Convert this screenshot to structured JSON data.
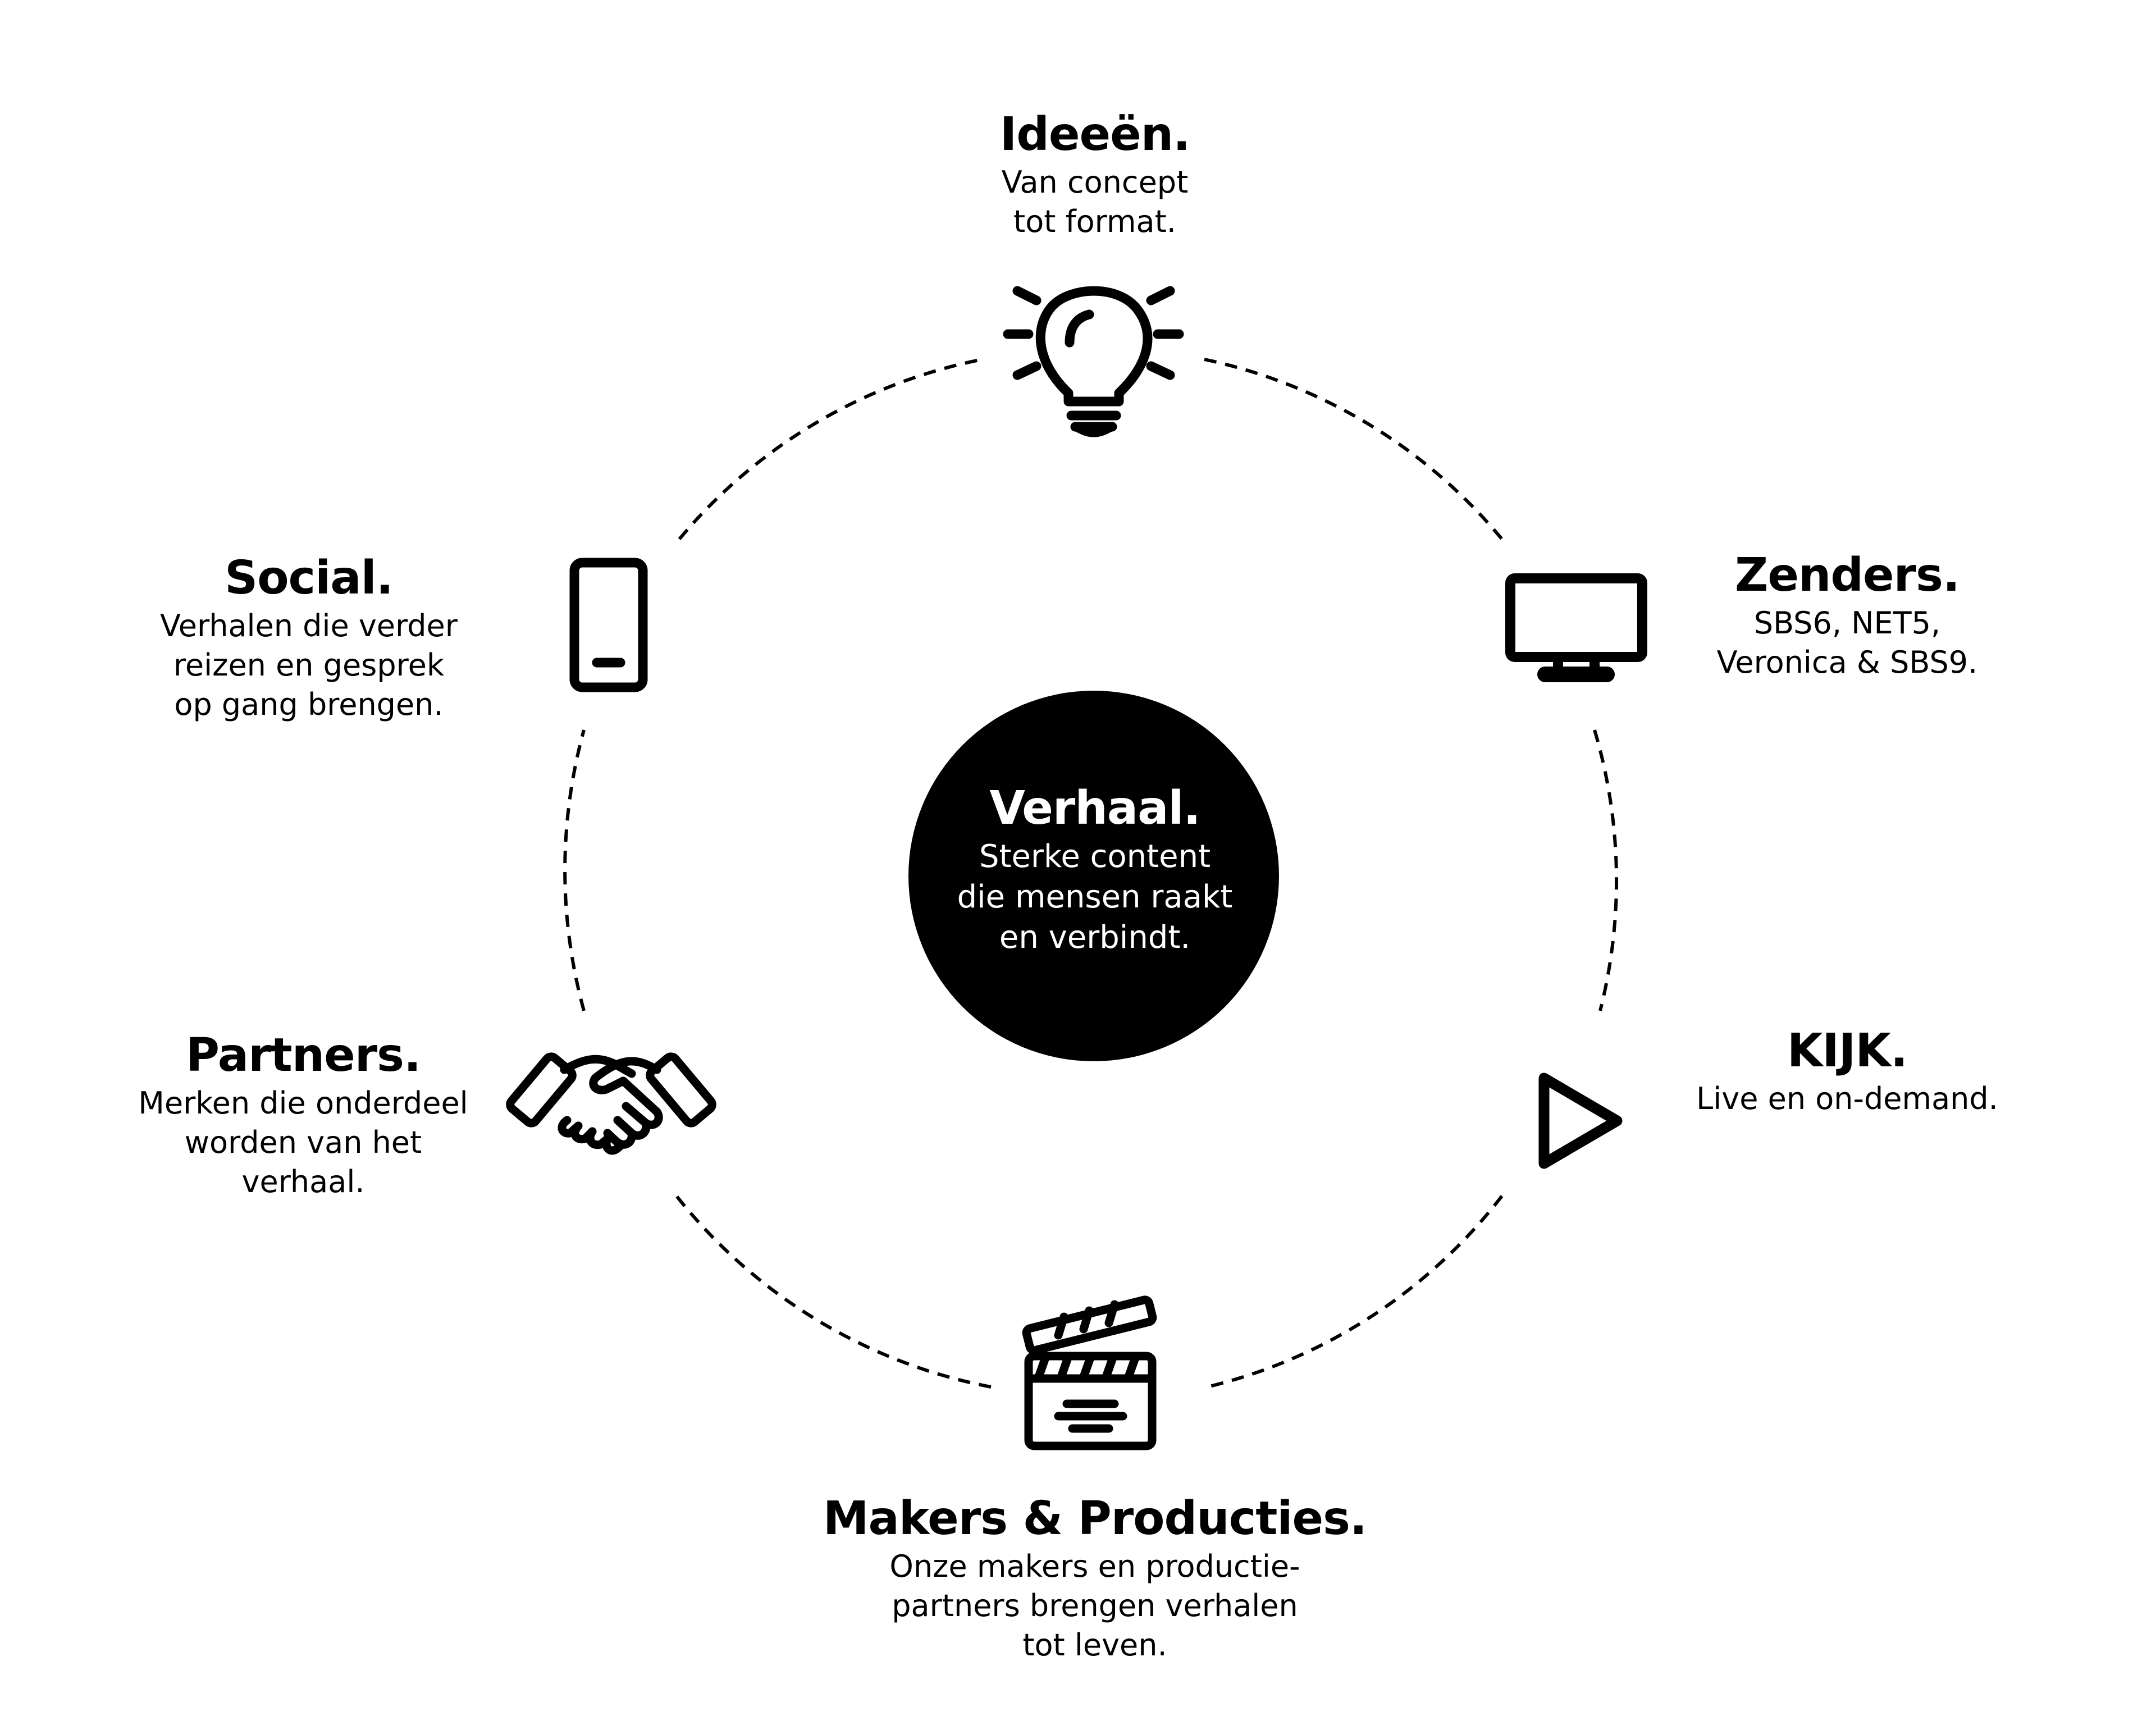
{
  "colors": {
    "ink": "#000000",
    "background": "#ffffff",
    "center_text": "#ffffff"
  },
  "center": {
    "title": "Verhaal.",
    "subtitle": "Sterke content\ndie mensen raakt\nen verbindt."
  },
  "nodes": {
    "ideeen": {
      "icon": "lightbulb-icon",
      "title": "Ideeën.",
      "subtitle": "Van concept\ntot format."
    },
    "zenders": {
      "icon": "television-icon",
      "title": "Zenders.",
      "subtitle": "SBS6, NET5,\nVeronica & SBS9."
    },
    "kijk": {
      "icon": "play-icon",
      "title": "KIJK.",
      "subtitle": "Live en on-demand."
    },
    "makers": {
      "icon": "clapperboard-icon",
      "title": "Makers & Producties.",
      "subtitle": "Onze makers en productie-\npartners brengen verhalen\ntot leven."
    },
    "partners": {
      "icon": "handshake-icon",
      "title": "Partners.",
      "subtitle": "Merken die onderdeel\nworden van het\nverhaal."
    },
    "social": {
      "icon": "smartphone-icon",
      "title": "Social.",
      "subtitle": "Verhalen die verder\nreizen en gesprek\nop gang brengen."
    }
  }
}
